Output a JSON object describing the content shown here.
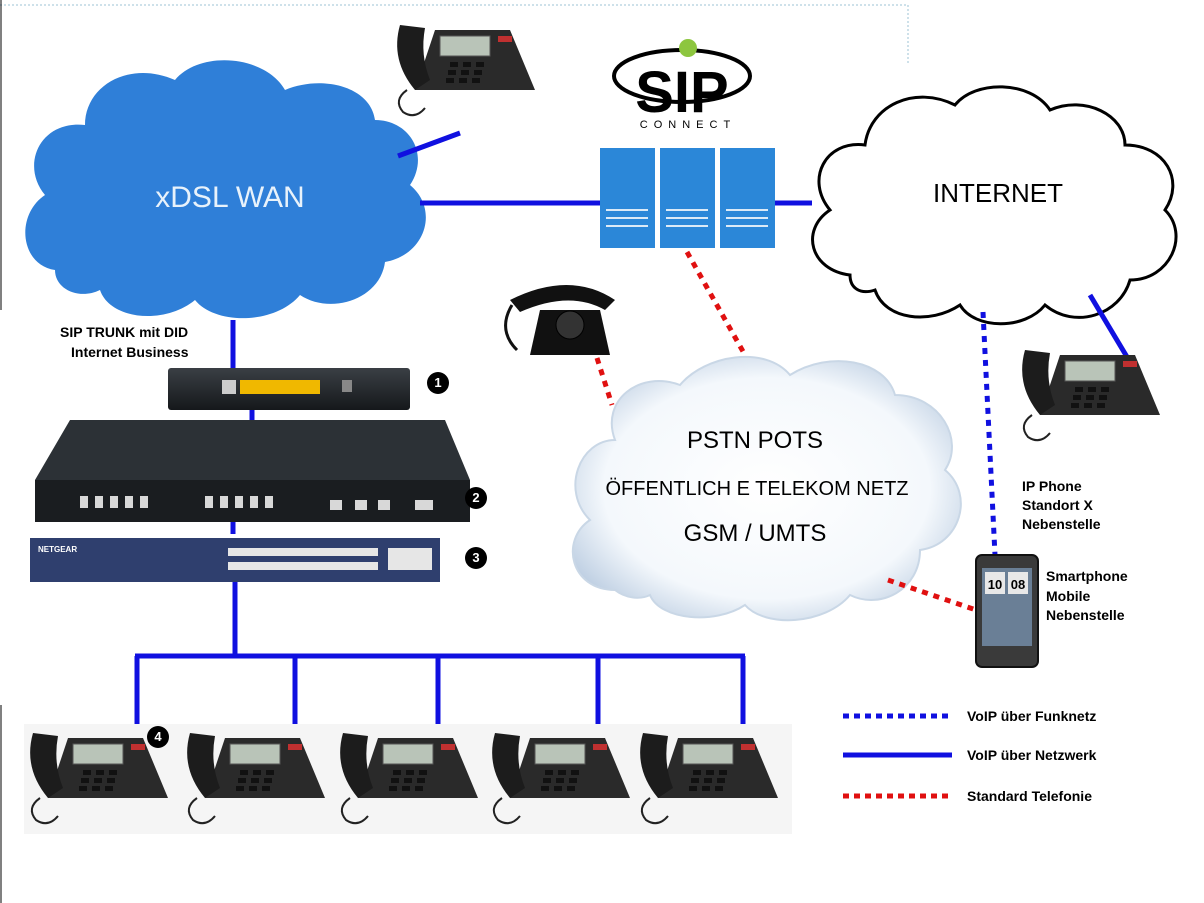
{
  "clouds": {
    "wan_label": "xDSL WAN",
    "internet_label": "INTERNET",
    "pstn_title": "PSTN POTS",
    "pstn_subtitle": "ÖFFENTLICH E TELEKOM  NETZ",
    "pstn_mobile": "GSM / UMTS"
  },
  "sip_logo": {
    "text": "SIP",
    "subtext": "CONNECT"
  },
  "labels": {
    "sip_trunk_line1": "SIP TRUNK mit DID",
    "sip_trunk_line2": "Internet Business",
    "ip_phone_line1": "IP Phone",
    "ip_phone_line2": "Standort X",
    "ip_phone_line3": "Nebenstelle",
    "smartphone_line1": "Smartphone",
    "smartphone_line2": "Mobile",
    "smartphone_line3": "Nebenstelle",
    "switch_brand": "NETGEAR",
    "clock_left": "10",
    "clock_right": "08"
  },
  "markers": [
    "1",
    "2",
    "3",
    "4"
  ],
  "legend": [
    {
      "style": "dotted",
      "color": "#1010e0",
      "label": "VoIP  über Funknetz"
    },
    {
      "style": "solid",
      "color": "#1010e0",
      "label": "VoIP über Netzwerk"
    },
    {
      "style": "dotted",
      "color": "#e01010",
      "label": "Standard Telefonie"
    }
  ],
  "colors": {
    "wan_cloud": "#2f7fd8",
    "link_blue": "#1010e0",
    "link_red": "#e01010",
    "server_blue": "#2b87d8"
  }
}
